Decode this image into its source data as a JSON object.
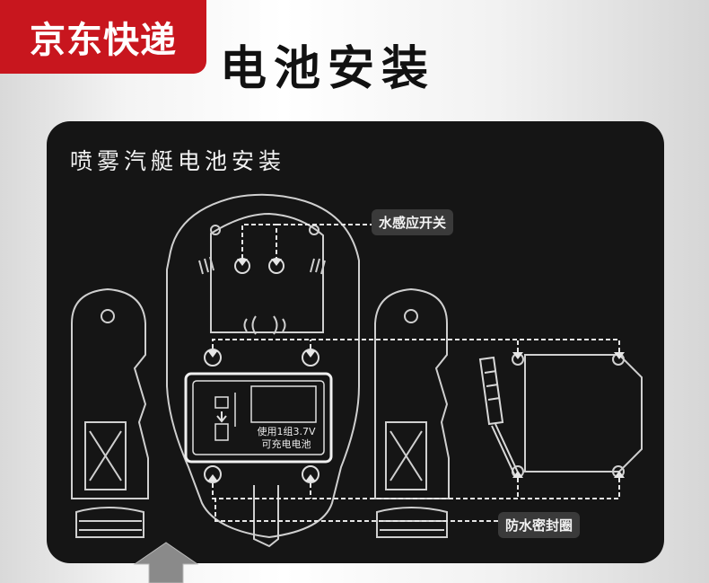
{
  "badge": {
    "text": "京东快递",
    "color": "#c8161e"
  },
  "title": "电池安装",
  "panel": {
    "title": "喷雾汽艇电池安装"
  },
  "callouts": {
    "water_sensor_switch": "水感应开关",
    "waterproof_seal": "防水密封圈"
  },
  "battery": {
    "line1": "使用1组3.7V",
    "line2": "可充电电池"
  }
}
